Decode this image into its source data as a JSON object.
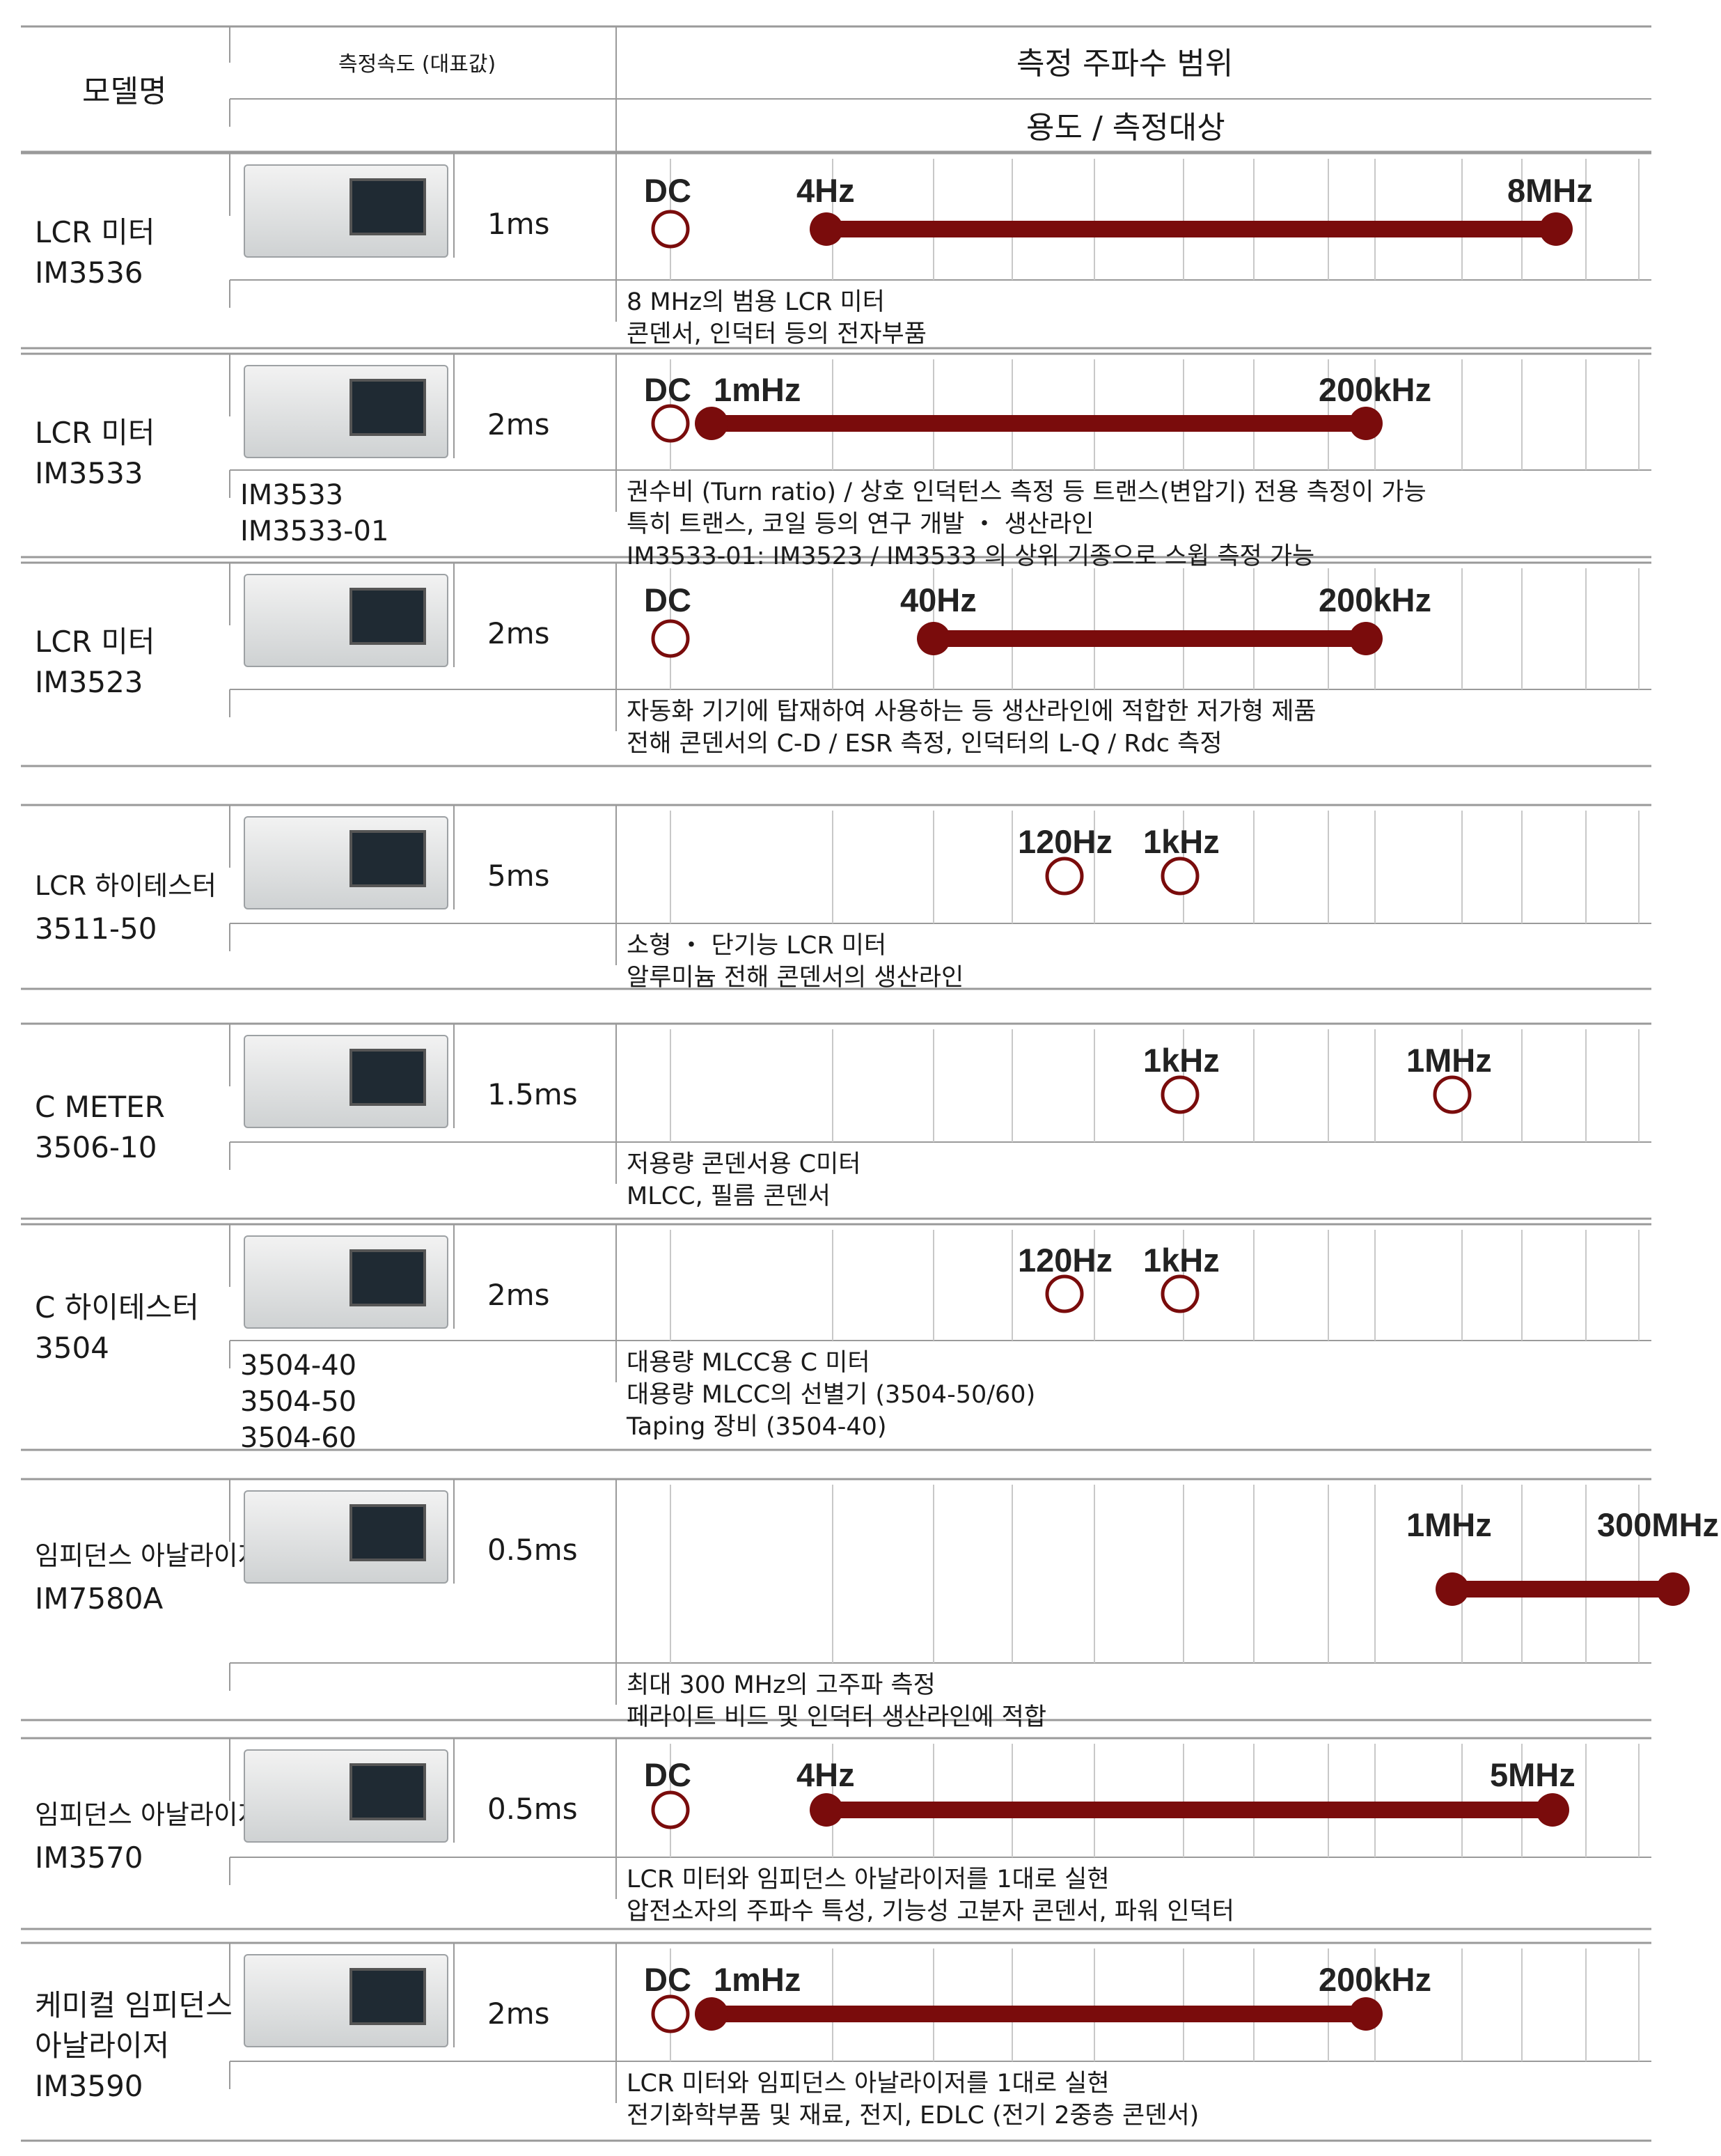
{
  "header": {
    "model_col": "모델명",
    "speed_col": "측정속도 (대표값)",
    "range_col": "측정 주파수 범위",
    "usage_col": "용도 / 측정대상"
  },
  "colors": {
    "bar": "#7a0c0c",
    "line": "#9a9a9a",
    "text": "#1a1a1a"
  },
  "chart_data": {
    "type": "table",
    "title": "측정 주파수 범위",
    "rows": [
      {
        "model": [
          "LCR 미터",
          "IM3536"
        ],
        "speed": "1ms",
        "variants": [],
        "labels": [
          "DC",
          "4Hz",
          "8MHz"
        ],
        "dc": true,
        "points": [],
        "range": [
          "4Hz",
          "8MHz"
        ],
        "notes": [
          "8 MHz의 범용 LCR 미터",
          "콘덴서, 인덕터 등의 전자부품"
        ]
      },
      {
        "model": [
          "LCR 미터",
          "IM3533"
        ],
        "speed": "2ms",
        "variants": [
          "IM3533",
          "IM3533-01"
        ],
        "labels": [
          "DC",
          "1mHz",
          "200kHz"
        ],
        "dc": true,
        "points": [],
        "range": [
          "1mHz",
          "200kHz"
        ],
        "notes": [
          "권수비 (Turn ratio) / 상호 인덕턴스 측정 등 트랜스(변압기) 전용 측정이 가능",
          "특히 트랜스, 코일 등의 연구 개발 ・ 생산라인",
          "IM3533-01: IM3523 / IM3533 의 상위 기종으로 스윕 측정 가능"
        ]
      },
      {
        "model": [
          "LCR 미터",
          "IM3523"
        ],
        "speed": "2ms",
        "variants": [],
        "labels": [
          "DC",
          "40Hz",
          "200kHz"
        ],
        "dc": true,
        "points": [],
        "range": [
          "40Hz",
          "200kHz"
        ],
        "notes": [
          "자동화 기기에 탑재하여 사용하는 등 생산라인에 적합한 저가형 제품",
          "전해 콘덴서의 C-D / ESR 측정, 인덕터의 L-Q / Rdc 측정"
        ]
      },
      {
        "model": [
          "LCR 하이테스터",
          "3511-50"
        ],
        "speed": "5ms",
        "variants": [],
        "labels": [
          "120Hz",
          "1kHz"
        ],
        "dc": false,
        "points": [
          "120Hz",
          "1kHz"
        ],
        "range": [],
        "notes": [
          "소형 ・ 단기능 LCR 미터",
          "알루미늄 전해 콘덴서의 생산라인"
        ]
      },
      {
        "model": [
          "C METER",
          "3506-10"
        ],
        "speed": "1.5ms",
        "variants": [],
        "labels": [
          "1kHz",
          "1MHz"
        ],
        "dc": false,
        "points": [
          "1kHz",
          "1MHz"
        ],
        "range": [],
        "notes": [
          "저용량 콘덴서용 C미터",
          "MLCC, 필름 콘덴서"
        ]
      },
      {
        "model": [
          "C 하이테스터",
          "3504"
        ],
        "speed": "2ms",
        "variants": [
          "3504-40",
          "3504-50",
          "3504-60"
        ],
        "labels": [
          "120Hz",
          "1kHz"
        ],
        "dc": false,
        "points": [
          "120Hz",
          "1kHz"
        ],
        "range": [],
        "notes": [
          "대용량 MLCC용 C 미터",
          "대용량 MLCC의 선별기 (3504-50/60)",
          "Taping 장비 (3504-40)"
        ]
      },
      {
        "model": [
          "임피던스 아날라이저",
          "IM7580A"
        ],
        "speed": "0.5ms",
        "variants": [],
        "labels": [
          "1MHz",
          "300MHz"
        ],
        "dc": false,
        "points": [],
        "range": [
          "1MHz",
          "300MHz"
        ],
        "notes": [
          "최대 300 MHz의 고주파 측정",
          "페라이트 비드 및 인덕터 생산라인에 적합"
        ]
      },
      {
        "model": [
          "임피던스 아날라이저",
          "IM3570"
        ],
        "speed": "0.5ms",
        "variants": [],
        "labels": [
          "DC",
          "4Hz",
          "5MHz"
        ],
        "dc": true,
        "points": [],
        "range": [
          "4Hz",
          "5MHz"
        ],
        "notes": [
          "LCR 미터와 임피던스 아날라이저를 1대로 실현",
          "압전소자의 주파수 특성, 기능성 고분자 콘덴서, 파워 인덕터"
        ]
      },
      {
        "model": [
          "케미컬 임피던스",
          "아날라이저",
          "IM3590"
        ],
        "speed": "2ms",
        "variants": [],
        "labels": [
          "DC",
          "1mHz",
          "200kHz"
        ],
        "dc": true,
        "points": [],
        "range": [
          "1mHz",
          "200kHz"
        ],
        "notes": [
          "LCR 미터와 임피던스 아날라이저를 1대로 실현",
          "전기화학부품 및 재료, 전지, EDLC (전기 2중층 콘덴서)"
        ]
      }
    ]
  }
}
